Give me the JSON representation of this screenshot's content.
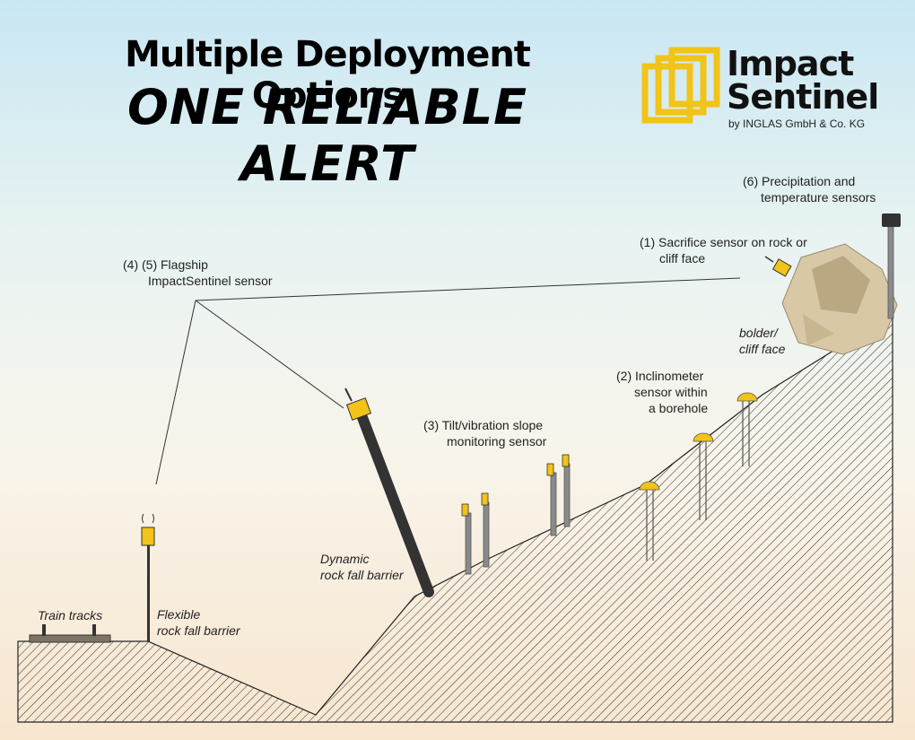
{
  "header": {
    "line1": "Multiple Deployment Options",
    "line2": "ONE RELIABLE ALERT"
  },
  "brand": {
    "name_line1": "Impact",
    "name_line2": "Sentinel",
    "tagline": "by INGLAS GmbH & Co. KG"
  },
  "labels": {
    "precipitation": [
      "(6) Precipitation and",
      "temperature sensors"
    ],
    "sacrifice": [
      "(1) Sacrifice sensor on rock or",
      "cliff face"
    ],
    "flagship": [
      "(4) (5) Flagship",
      "ImpactSentinel sensor"
    ],
    "boulder": [
      "bolder/",
      "cliff face"
    ],
    "inclinometer": [
      "(2) Inclinometer",
      "sensor within",
      "a borehole"
    ],
    "tilt": [
      "(3) Tilt/vibration slope",
      "monitoring sensor"
    ],
    "dynamic": [
      "Dynamic",
      "rock fall barrier"
    ],
    "train": "Train tracks",
    "flexible": [
      "Flexible",
      "rock fall barrier"
    ]
  },
  "colors": {
    "sensor_yellow": "#f2c318",
    "post_grey": "#8a8a8a",
    "rock": "#d9c8a6",
    "hatch": "#2b2b2b"
  }
}
